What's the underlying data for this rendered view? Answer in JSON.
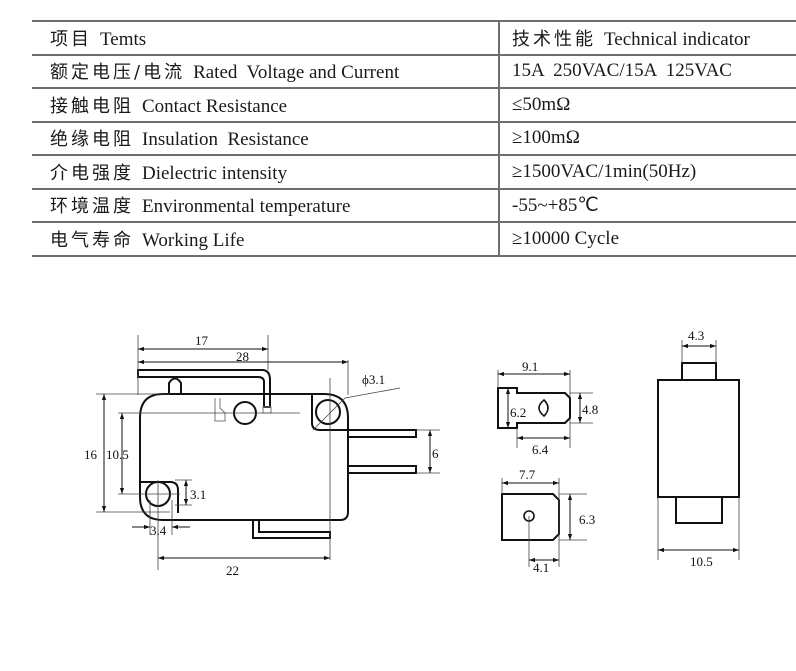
{
  "table": {
    "header": {
      "item_zh": "项目",
      "item_en": "Temts",
      "value_zh": "技术性能",
      "value_en": "Technical indicator"
    },
    "rows": [
      {
        "zh": "额定电压/电流",
        "en": "Rated  Voltage and Current",
        "value": "15A  250VAC/15A  125VAC"
      },
      {
        "zh": "接触电阻",
        "en": "Contact Resistance",
        "value": "≤50mΩ"
      },
      {
        "zh": "绝缘电阻",
        "en": "Insulation  Resistance",
        "value": "≥100mΩ"
      },
      {
        "zh": "介电强度",
        "en": "Dielectric intensity",
        "value": "≥1500VAC/1min(50Hz)"
      },
      {
        "zh": "环境温度",
        "en": "Environmental temperature",
        "value": "-55~+85℃"
      },
      {
        "zh": "电气寿命",
        "en": "Working Life",
        "value": "≥10000 Cycle"
      }
    ]
  },
  "drawing": {
    "side_view": {
      "dim_lever_17": "17",
      "dim_length_28": "28",
      "dim_hole_dia": "ϕ3.1",
      "dim_height_16": "16",
      "dim_hole_spacing_v": "10.5",
      "dim_hole_3_1": "3.1",
      "dim_hole_3_4": "3.4",
      "dim_terminal_pitch": "6",
      "dim_hole_spacing_h": "22"
    },
    "terminal_a": {
      "dim_width": "9.1",
      "dim_height": "6.2",
      "dim_tab_height": "4.8",
      "dim_tab_length": "6.4"
    },
    "terminal_b": {
      "dim_width": "7.7",
      "dim_height": "6.3",
      "dim_hole_offset": "4.1"
    },
    "end_view": {
      "dim_plunger": "4.3",
      "dim_width": "10.5"
    }
  }
}
